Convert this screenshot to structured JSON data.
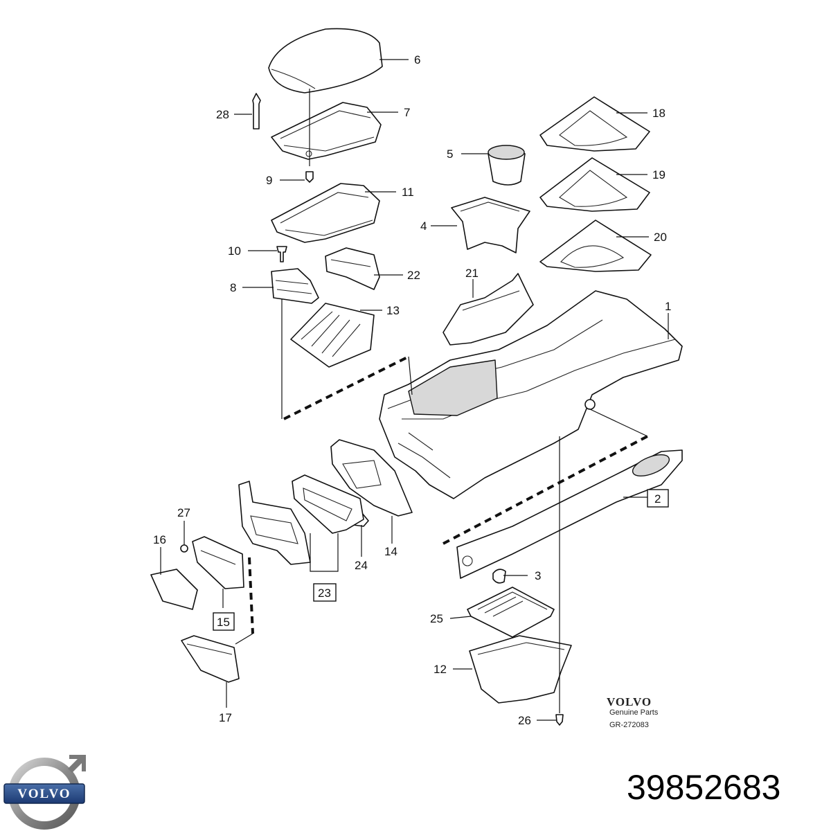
{
  "diagram": {
    "callouts": [
      {
        "id": "1",
        "label": "1",
        "boxed": false
      },
      {
        "id": "2",
        "label": "2",
        "boxed": true
      },
      {
        "id": "3",
        "label": "3",
        "boxed": false
      },
      {
        "id": "4",
        "label": "4",
        "boxed": false
      },
      {
        "id": "5",
        "label": "5",
        "boxed": false
      },
      {
        "id": "6",
        "label": "6",
        "boxed": false
      },
      {
        "id": "7",
        "label": "7",
        "boxed": false
      },
      {
        "id": "8",
        "label": "8",
        "boxed": false
      },
      {
        "id": "9",
        "label": "9",
        "boxed": false
      },
      {
        "id": "10",
        "label": "10",
        "boxed": false
      },
      {
        "id": "11",
        "label": "11",
        "boxed": false
      },
      {
        "id": "12",
        "label": "12",
        "boxed": false
      },
      {
        "id": "13",
        "label": "13",
        "boxed": false
      },
      {
        "id": "14",
        "label": "14",
        "boxed": false
      },
      {
        "id": "15",
        "label": "15",
        "boxed": true
      },
      {
        "id": "16",
        "label": "16",
        "boxed": false
      },
      {
        "id": "17",
        "label": "17",
        "boxed": false
      },
      {
        "id": "18",
        "label": "18",
        "boxed": false
      },
      {
        "id": "19",
        "label": "19",
        "boxed": false
      },
      {
        "id": "20",
        "label": "20",
        "boxed": false
      },
      {
        "id": "21",
        "label": "21",
        "boxed": false
      },
      {
        "id": "22",
        "label": "22",
        "boxed": false
      },
      {
        "id": "23",
        "label": "23",
        "boxed": true
      },
      {
        "id": "24",
        "label": "24",
        "boxed": false
      },
      {
        "id": "25",
        "label": "25",
        "boxed": false
      },
      {
        "id": "26",
        "label": "26",
        "boxed": false
      },
      {
        "id": "27",
        "label": "27",
        "boxed": false
      },
      {
        "id": "28",
        "label": "28",
        "boxed": false
      }
    ],
    "brand_block": {
      "brand": "VOLVO",
      "line1": "Genuine Parts",
      "line2": "GR-272083"
    }
  },
  "logo": {
    "text": "VOLVO",
    "icon": "volvo-iron-mark-icon"
  },
  "part_number": "39852683"
}
